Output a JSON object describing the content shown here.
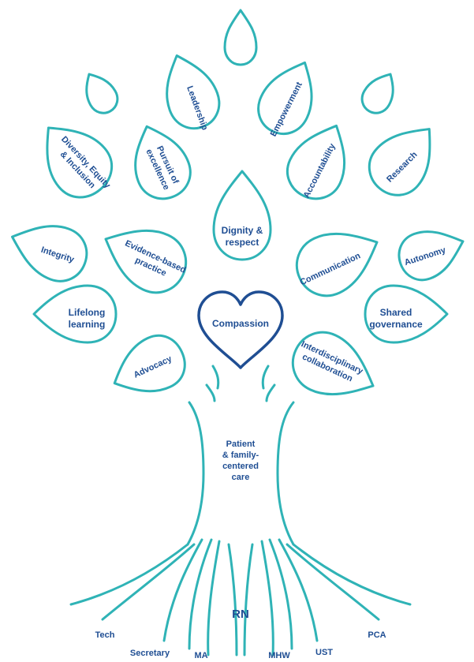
{
  "values": {
    "leadership": "Leadership",
    "empowerment": "Empowerment",
    "diversity": [
      "Diversity, Equity",
      "& Inclusion"
    ],
    "pursuit": [
      "Pursuit of",
      "excellence"
    ],
    "accountability": "Accountability",
    "research": "Research",
    "dignity": [
      "Dignity &",
      "respect"
    ],
    "integrity": "Integrity",
    "evidence": [
      "Evidence-based",
      "practice"
    ],
    "communication": "Communication",
    "autonomy": "Autonomy",
    "lifelong": [
      "Lifelong",
      "learning"
    ],
    "compassion": "Compassion",
    "shared": [
      "Shared",
      "governance"
    ],
    "advocacy": "Advocacy",
    "interdisciplinary": [
      "Interdisciplinary",
      "collaboration"
    ]
  },
  "trunk": [
    "Patient",
    "& family-",
    "centered",
    "care"
  ],
  "roots": {
    "rn": "RN",
    "tech": "Tech",
    "secretary": "Secretary",
    "ma": "MA",
    "mhw": "MHW",
    "ust": "UST",
    "pca": "PCA"
  },
  "colors": {
    "outline": "#2fb3b6",
    "heart": "#1f4e93",
    "text": "#1f4e93"
  }
}
